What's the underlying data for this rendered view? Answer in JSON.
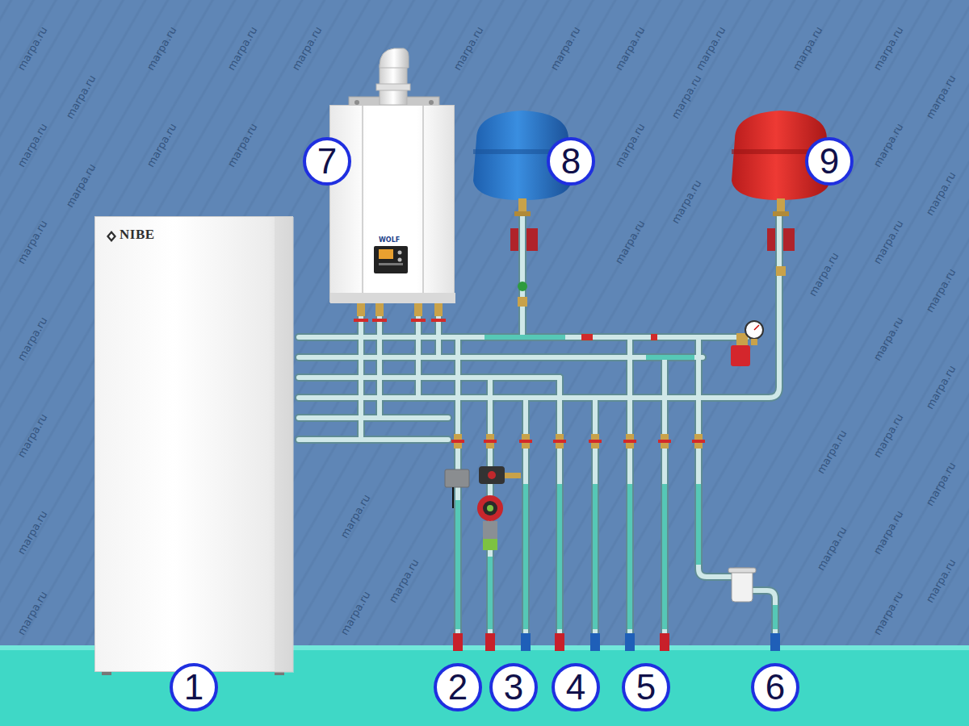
{
  "diagram": {
    "nodes": [
      {
        "text": [
          "NIBE"
        ]
      },
      {
        "text": [
          "WOLF"
        ]
      }
    ],
    "labels": [
      "7",
      "8",
      "9",
      "1",
      "2",
      "3",
      "4",
      "5",
      "6",
      "marpa.ru",
      "marpa.ru",
      "marpa.ru",
      "marpa.ru",
      "marpa.ru",
      "marpa.ru",
      "marpa.ru",
      "marpa.ru",
      "marpa.ru",
      "marpa.ru",
      "marpa.ru",
      "marpa.ru",
      "marpa.ru",
      "marpa.ru",
      "marpa.ru",
      "marpa.ru",
      "marpa.ru",
      "marpa.ru",
      "marpa.ru",
      "marpa.ru",
      "marpa.ru",
      "marpa.ru",
      "marpa.ru",
      "marpa.ru",
      "marpa.ru",
      "marpa.ru",
      "marpa.ru",
      "marpa.ru",
      "marpa.ru",
      "marpa.ru",
      "marpa.ru",
      "marpa.ru",
      "marpa.ru",
      "marpa.ru",
      "marpa.ru",
      "marpa.ru",
      "marpa.ru",
      "marpa.ru",
      "marpa.ru",
      "marpa.ru",
      "marpa.ru",
      "marpa.ru"
    ]
  }
}
